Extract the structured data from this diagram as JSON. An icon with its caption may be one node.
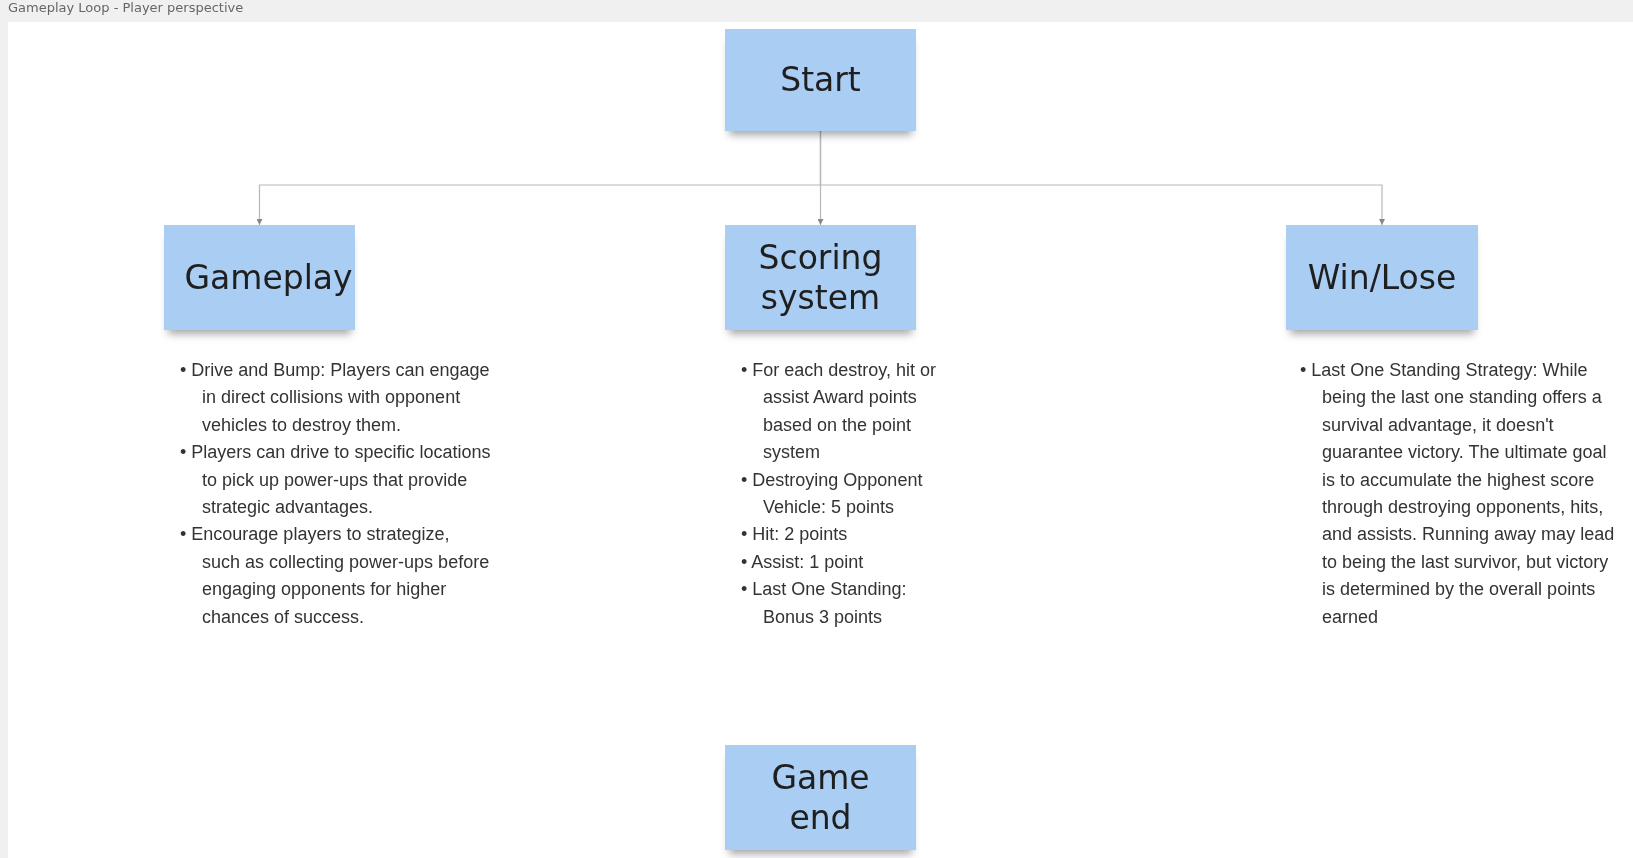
{
  "diagram": {
    "title": "Gameplay Loop - Player perspective",
    "nodes": [
      {
        "text": [
          "Start"
        ]
      },
      {
        "text": [
          "Gameplay"
        ],
        "beside": [
          "• Drive and Bump: Players can engage in direct collisions with opponent vehicles to destroy them.",
          "• Players can drive to specific locations to pick up power-ups that provide strategic advantages.",
          "• Encourage players to strategize, such as collecting power-ups before engaging opponents for higher chances of success."
        ]
      },
      {
        "text": [
          "Scoring system"
        ],
        "beside": [
          "• For each destroy, hit or assist Award points based on the point system",
          "• Destroying Opponent Vehicle: 5 points",
          "• Hit: 2 points",
          "• Assist: 1 point",
          "• Last One Standing: Bonus 3 points"
        ]
      },
      {
        "text": [
          "Win/Lose"
        ],
        "beside": [
          "• Last One Standing Strategy: While being the last one standing offers a survival advantage, it doesn't guarantee victory. The ultimate goal is to accumulate the highest score through destroying opponents, hits, and assists. Running away may lead to being the last survivor, but victory is determined by the overall points earned"
        ]
      },
      {
        "text": [
          "Game end"
        ]
      }
    ],
    "edges": [
      {
        "from": 0,
        "to": 1,
        "arrow": "to"
      },
      {
        "from": 0,
        "to": 2,
        "arrow": "to"
      },
      {
        "from": 0,
        "to": 3,
        "arrow": "to"
      }
    ]
  }
}
